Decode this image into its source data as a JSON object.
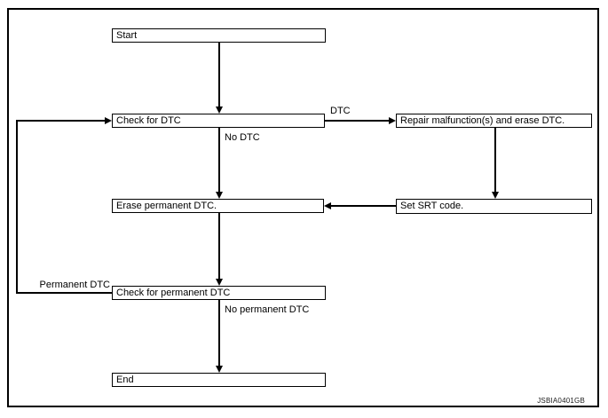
{
  "diagram": {
    "type": "flowchart",
    "figure_code": "JSBIA0401GB",
    "colors": {
      "line": "#000000",
      "box_fill": "#ffffff",
      "background": "#ffffff"
    },
    "nodes": {
      "start": {
        "label": "Start"
      },
      "check_dtc": {
        "label": "Check for DTC"
      },
      "repair": {
        "label": "Repair malfunction(s) and erase DTC."
      },
      "erase_permanent": {
        "label": "Erase permanent DTC."
      },
      "set_srt": {
        "label": "Set SRT code."
      },
      "check_permanent": {
        "label": "Check for permanent DTC"
      },
      "end": {
        "label": "End"
      }
    },
    "edge_labels": {
      "dtc": "DTC",
      "no_dtc": "No DTC",
      "permanent_dtc": "Permanent DTC",
      "no_permanent_dtc": "No permanent DTC"
    },
    "edges": [
      {
        "from": "start",
        "to": "check_dtc",
        "label": ""
      },
      {
        "from": "check_dtc",
        "to": "repair",
        "label": "DTC"
      },
      {
        "from": "check_dtc",
        "to": "erase_permanent",
        "label": "No DTC"
      },
      {
        "from": "repair",
        "to": "set_srt",
        "label": ""
      },
      {
        "from": "set_srt",
        "to": "erase_permanent",
        "label": ""
      },
      {
        "from": "erase_permanent",
        "to": "check_permanent",
        "label": ""
      },
      {
        "from": "check_permanent",
        "to": "check_dtc",
        "label": "Permanent DTC"
      },
      {
        "from": "check_permanent",
        "to": "end",
        "label": "No permanent DTC"
      }
    ]
  }
}
